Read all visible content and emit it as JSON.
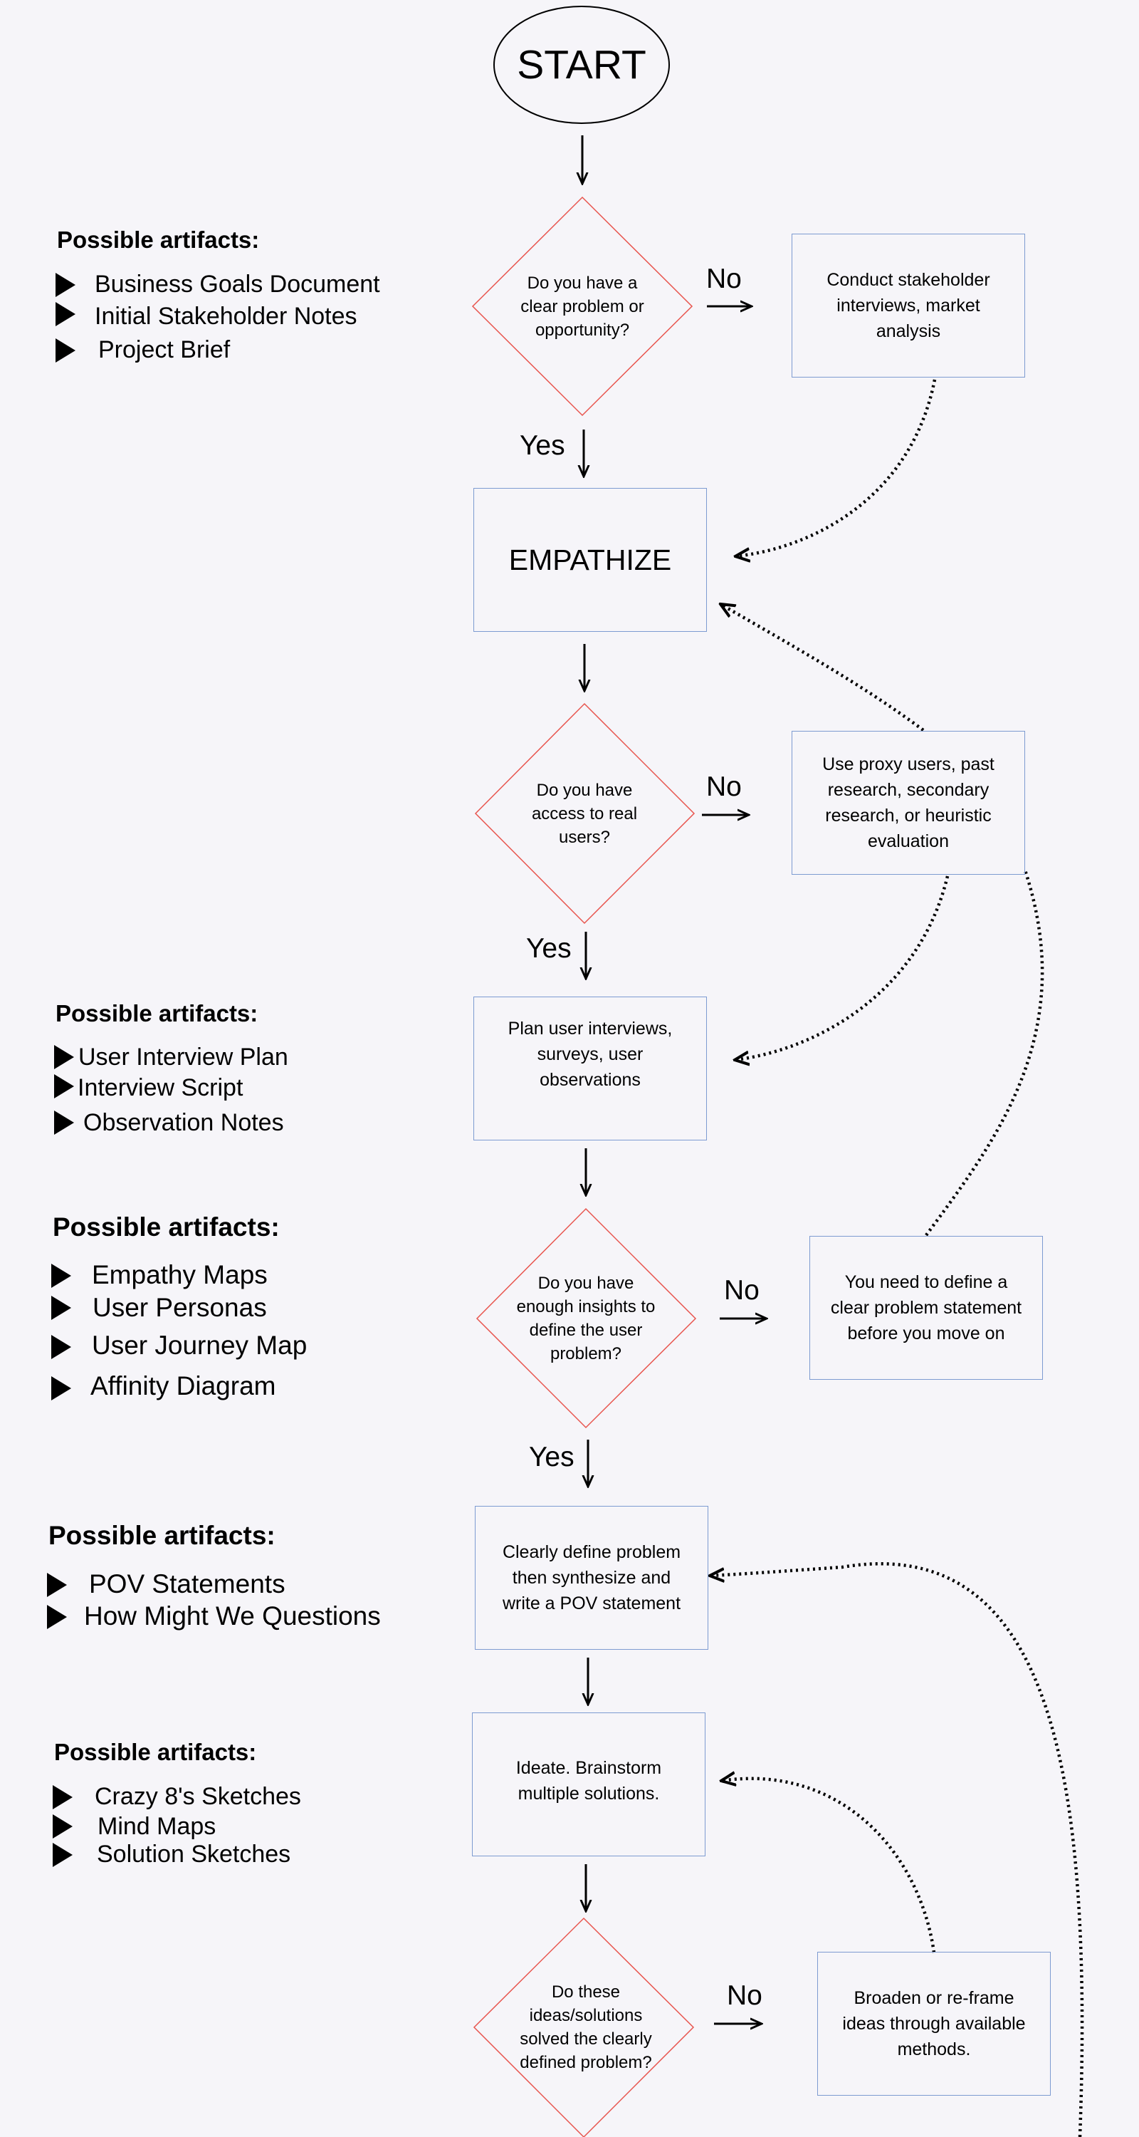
{
  "start_label": "START",
  "decisions": {
    "d1": "Do you have a clear  problem or opportunity?",
    "d2": "Do you have access to real users?",
    "d3": "Do you have enough insights to define the user problem?",
    "d4": "Do these ideas/solutions solved the clearly defined problem?"
  },
  "branch_labels": {
    "yes": "Yes",
    "no": "No"
  },
  "steps": {
    "empathize": "EMPATHIZE",
    "plan_research": "Plan user interviews, surveys, user observations",
    "define_pov": "Clearly define problem then synthesize and write a POV statement",
    "ideate": "Ideate. Brainstorm multiple solutions."
  },
  "alternatives": {
    "stakeholder": "Conduct stakeholder interviews, market analysis",
    "proxy": "Use proxy users, past research, secondary research, or heuristic evaluation",
    "define_first": "You need to define a clear problem statement before you move on",
    "reframe": "Broaden or re-frame ideas through available methods."
  },
  "artifact_groups": [
    {
      "title": "Possible artifacts:",
      "items": [
        "Business Goals Document",
        "Initial Stakeholder Notes",
        "Project Brief"
      ]
    },
    {
      "title": "Possible artifacts:",
      "items": [
        "User Interview Plan",
        "Interview Script",
        "Observation Notes"
      ]
    },
    {
      "title": "Possible artifacts:",
      "items": [
        "Empathy Maps",
        "User Personas",
        "User Journey Map",
        "Affinity Diagram"
      ]
    },
    {
      "title": "Possible artifacts:",
      "items": [
        "POV Statements",
        "How Might We Questions"
      ]
    },
    {
      "title": "Possible artifacts:",
      "items": [
        "Crazy 8's Sketches",
        "Mind Maps",
        "Solution Sketches"
      ]
    }
  ],
  "colors": {
    "background": "#f6f5f9",
    "decision_stroke": "#e8554e",
    "box_stroke": "#7d9bd1",
    "line": "#000000"
  }
}
